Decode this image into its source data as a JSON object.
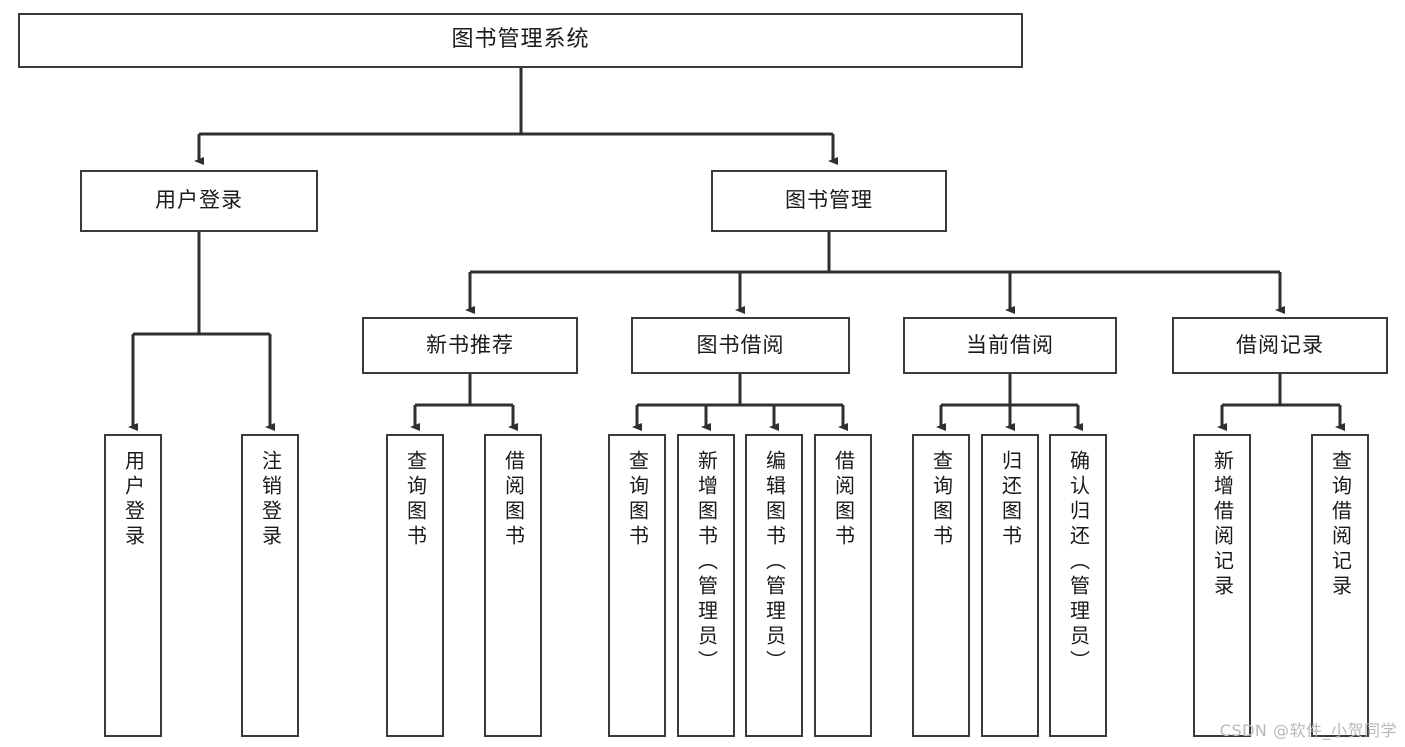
{
  "diagram": {
    "title": "图书管理系统",
    "watermark": "CSDN @软件_小贺同学",
    "colors": {
      "box_stroke": "#3a3a3a",
      "box_fill": "#ffffff",
      "edge": "#2f2f2f",
      "text": "#1a1a1a",
      "watermark": "#b9b9b9",
      "background": "#ffffff"
    },
    "root": {
      "label": "图书管理系统"
    },
    "level2": [
      {
        "label": "用户登录"
      },
      {
        "label": "图书管理"
      }
    ],
    "level3": [
      {
        "label": "新书推荐"
      },
      {
        "label": "图书借阅"
      },
      {
        "label": "当前借阅"
      },
      {
        "label": "借阅记录"
      }
    ],
    "leaves": [
      {
        "label": "用户登录",
        "parent": "用户登录"
      },
      {
        "label": "注销登录",
        "parent": "用户登录"
      },
      {
        "label": "查询图书",
        "parent": "新书推荐"
      },
      {
        "label": "借阅图书",
        "parent": "新书推荐"
      },
      {
        "label": "查询图书",
        "parent": "图书借阅"
      },
      {
        "label": "新增图书（管理员）",
        "parent": "图书借阅"
      },
      {
        "label": "编辑图书（管理员）",
        "parent": "图书借阅"
      },
      {
        "label": "借阅图书",
        "parent": "图书借阅"
      },
      {
        "label": "查询图书",
        "parent": "当前借阅"
      },
      {
        "label": "归还图书",
        "parent": "当前借阅"
      },
      {
        "label": "确认归还（管理员）",
        "parent": "当前借阅"
      },
      {
        "label": "新增借阅记录",
        "parent": "借阅记录"
      },
      {
        "label": "查询借阅记录",
        "parent": "借阅记录"
      }
    ]
  }
}
